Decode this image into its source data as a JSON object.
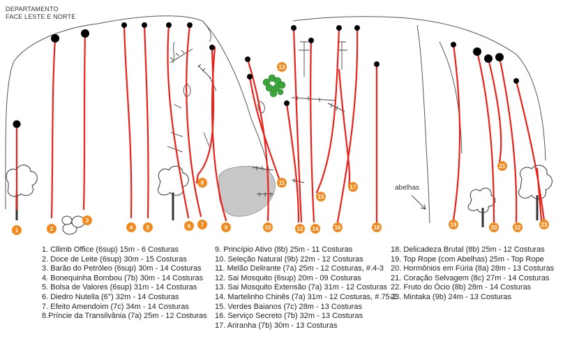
{
  "header": {
    "line1": "DEPARTAMENTO",
    "line2": "FACE LESTE E NORTE"
  },
  "annotations": {
    "bees": "abelhas"
  },
  "colors": {
    "route": "#e8211a",
    "badge": "#f28a1d",
    "rock": "#c8c8c8",
    "bush": "#3aa63a",
    "outline": "#555555"
  },
  "badges": [
    "1",
    "2",
    "3",
    "4",
    "5",
    "6",
    "7",
    "8",
    "9",
    "10",
    "11",
    "12",
    "13",
    "14",
    "15",
    "16",
    "17",
    "18",
    "19",
    "20",
    "21",
    "22",
    "23"
  ],
  "legend": {
    "col1": [
      "1. Cllimb Office (6sup) 15m - 6 Costuras",
      "2. Doce de Leite (6sup) 30m - 15 Costuras",
      "3. Barão do Petróleo (6sup) 30m - 14 Costuras",
      "4. Bonequinha Bombou (7b) 30m - 14 Costuras",
      "5. Bolsa de Valores (6sup) 31m - 14 Costuras",
      "6. Diedro Nutella (6°) 32m - 14 Costuras",
      "7. Efeito Amendoim (7c) 34m - 14 Costuras",
      "8.Príncie da Transilvânia (7a) 25m - 12 Costuras"
    ],
    "col2": [
      "9. Princípio Ativo (8b) 25m - 11 Costuras",
      "10. Seleção Natural (9b) 22m - 12 Costuras",
      "11. Melão Delirante (7a) 25m - 12 Costuras, #.4-3",
      "12. Sai Mosquito (6sup) 20m - 09 Costuras",
      "13. Sai Mosquito Extensão (7a) 31m - 12 Costuras",
      "14. Martelinho Chinês (7a) 31m - 12 Costuras, #.75-2",
      "15. Verdes Baianos (7c) 28m - 13 Costuras",
      "16. Serviço Secreto (7b) 32m - 13 Costuras",
      "17. Ariranha (7b) 30m - 13 Costuras"
    ],
    "col3": [
      "18. Delicadeza Brutal (8b) 25m - 12 Costuras",
      "19. Top Rope (com Abelhas) 25m - Top Rope",
      "20. Hormônios em Fúria (8a) 28m - 13 Costuras",
      "21. Coração Selvagem (8c) 27m - 14 Costuras",
      "22. Fruto do Ócio (8b) 28m - 14 Costuras",
      "23. Mintaka (9b) 24m - 13 Costuras"
    ]
  }
}
